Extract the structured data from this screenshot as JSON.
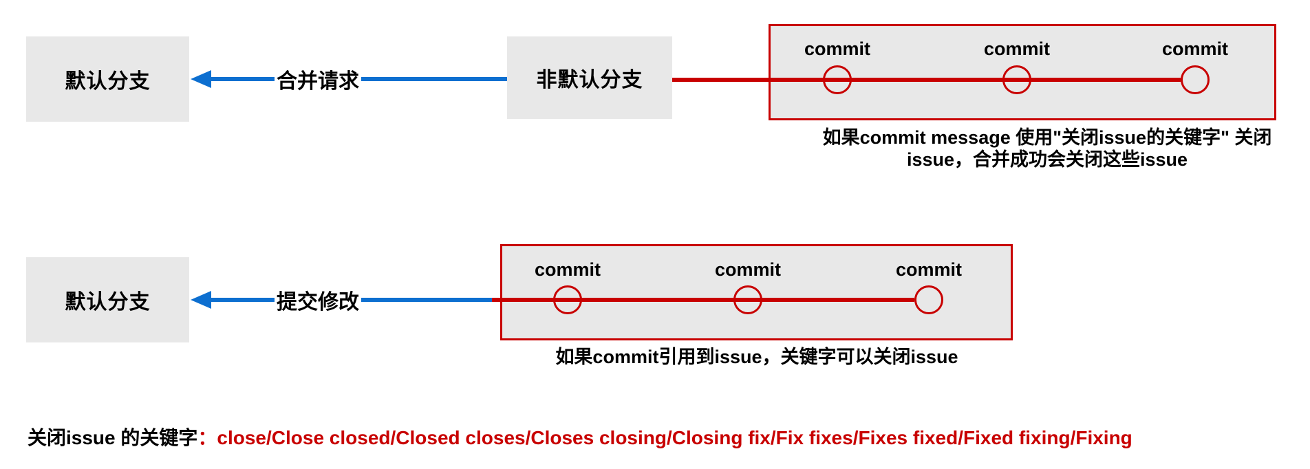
{
  "colors": {
    "blue": "#0d6fd0",
    "red": "#c80000",
    "box_fill": "#e8e8e8",
    "text": "#000000"
  },
  "row1": {
    "default_branch_label": "默认分支",
    "arrow_label": "合并请求",
    "non_default_branch_label": "非默认分支",
    "commit_labels": [
      "commit",
      "commit",
      "commit"
    ],
    "caption_line1": "如果commit message 使用\"关闭issue的关键字\" 关闭",
    "caption_line2": "issue，合并成功会关闭这些issue"
  },
  "row2": {
    "default_branch_label": "默认分支",
    "arrow_label": "提交修改",
    "commit_labels": [
      "commit",
      "commit",
      "commit"
    ],
    "caption": "如果commit引用到issue，关键字可以关闭issue"
  },
  "footer": {
    "label_black": "关闭issue 的关键字",
    "keywords_red": "：close/Close closed/Closed closes/Closes closing/Closing fix/Fix fixes/Fixes fixed/Fixed fixing/Fixing"
  }
}
